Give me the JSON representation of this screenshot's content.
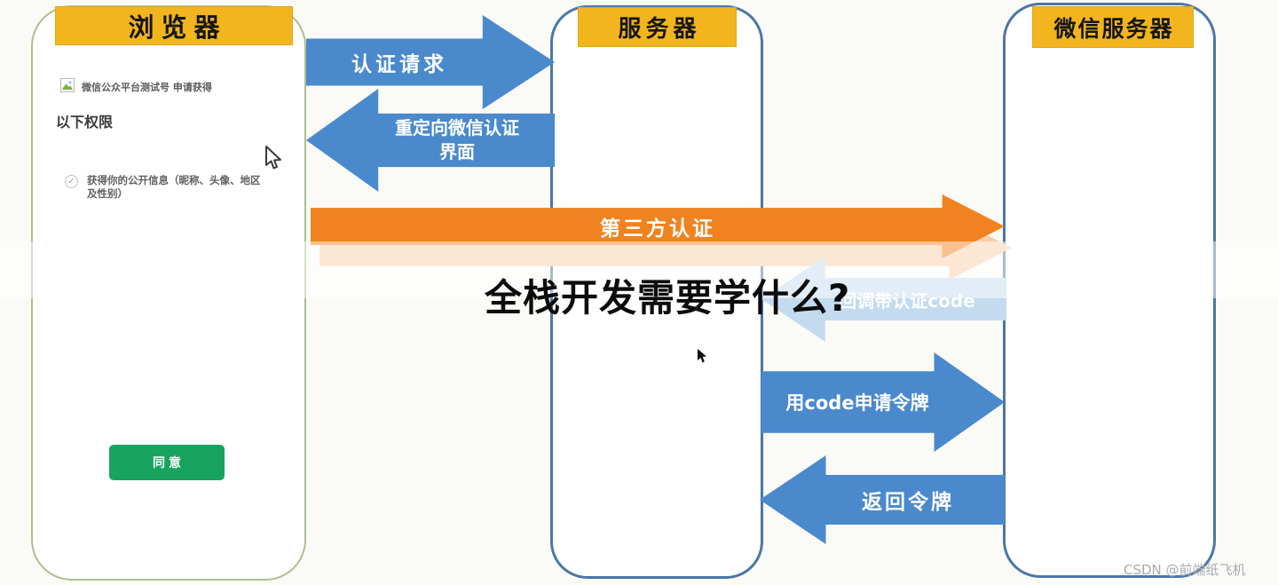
{
  "page": {
    "title_overlay": "全栈开发需要学什么?",
    "watermark": "CSDN @前端纸飞机"
  },
  "columns": {
    "browser": {
      "header": "浏览器"
    },
    "server": {
      "header": "服务器"
    },
    "wechat": {
      "header": "微信服务器"
    }
  },
  "browser_popup": {
    "app_line": "微信公众平台测试号 申请获得",
    "permissions_heading": "以下权限",
    "permission_item": "获得你的公开信息（昵称、头像、地区及性别）",
    "agree_button": "同意"
  },
  "arrows": [
    {
      "id": "auth-request",
      "label": "认证请求",
      "direction": "right",
      "from": "browser",
      "to": "server",
      "color": "#4A89CC"
    },
    {
      "id": "redirect",
      "label": "重定向微信认证界面",
      "lines": [
        "重定向微信认证",
        "界面"
      ],
      "direction": "left",
      "from": "server",
      "to": "browser",
      "color": "#4A89CC"
    },
    {
      "id": "third-party",
      "label": "第三方认证",
      "direction": "right",
      "from": "browser",
      "to": "wechat",
      "color": "#F0831F"
    },
    {
      "id": "callback",
      "label": "回调带认证code",
      "direction": "left",
      "from": "wechat",
      "to": "server",
      "color": "#C4DAEF"
    },
    {
      "id": "request-token",
      "label": "用code申请令牌",
      "direction": "right",
      "from": "server",
      "to": "wechat",
      "color": "#4A89CC"
    },
    {
      "id": "return-token",
      "label": "返回令牌",
      "direction": "left",
      "from": "wechat",
      "to": "server",
      "color": "#4A89CC"
    }
  ],
  "icons": {
    "check": "✓"
  },
  "colors": {
    "header_yellow": "#F2B51D",
    "arrow_blue": "#4A89CC",
    "arrow_light_blue": "#C4DAEF",
    "arrow_orange": "#F0831F",
    "arrow_orange_shadow": "#F8CFA8",
    "browser_panel_border": "#ABBF8E",
    "server_panel_border": "#4B77A6",
    "agree_button_green": "#18A45E"
  }
}
